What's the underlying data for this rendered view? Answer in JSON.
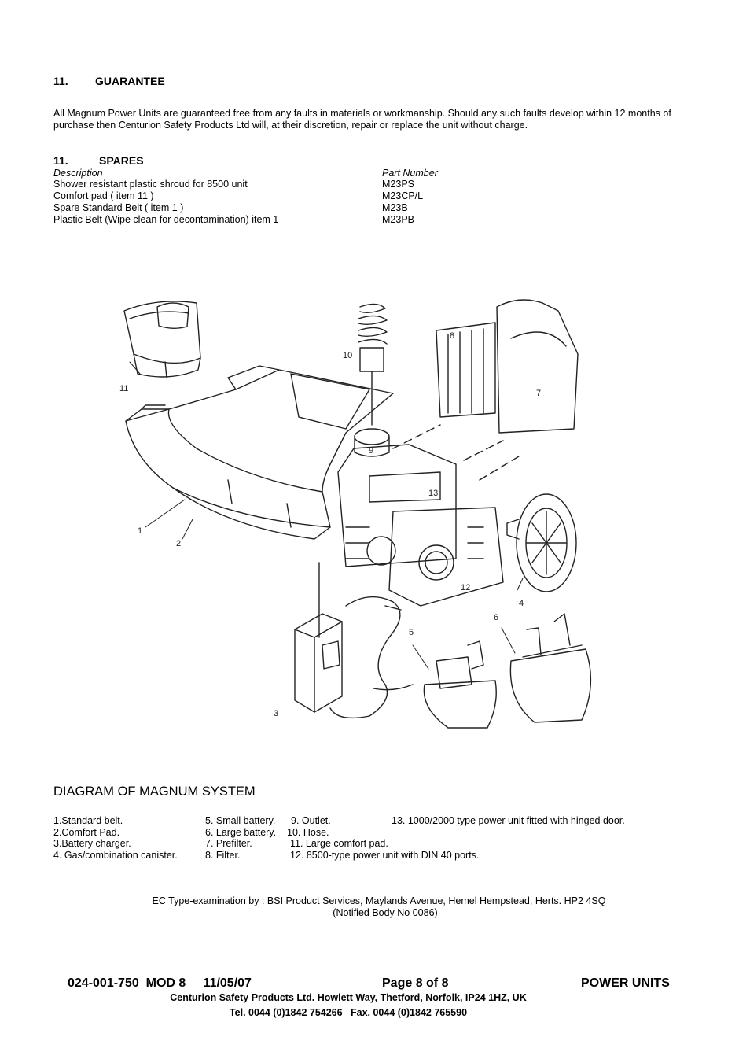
{
  "guarantee": {
    "number": "11.",
    "title": "GUARANTEE",
    "text_line1": "All Magnum Power Units are guaranteed free from any faults in materials or workmanship. Should any such faults develop within 12 months of",
    "text_line2": "purchase then Centurion Safety Products Ltd will, at their discretion, repair or replace the unit without charge."
  },
  "spares": {
    "number": "11.",
    "title": "SPARES",
    "col_description": "Description",
    "col_part": "Part Number",
    "rows": [
      {
        "description": "Shower resistant plastic shroud for 8500 unit",
        "part": "M23PS"
      },
      {
        "description": "Comfort pad  ( item 11 )",
        "part": "M23CP/L"
      },
      {
        "description": "Spare Standard Belt  ( item 1 )",
        "part": "M23B"
      },
      {
        "description": "Plastic Belt (Wipe clean for decontamination) item 1",
        "part": "M23PB"
      }
    ]
  },
  "diagram": {
    "callouts": [
      "1",
      "2",
      "3",
      "4",
      "5",
      "6",
      "7",
      "8",
      "9",
      "10",
      "11",
      "12",
      "13"
    ],
    "title": "DIAGRAM OF MAGNUM SYSTEM"
  },
  "legend": {
    "col1": [
      "1.Standard belt.",
      "2.Comfort Pad.",
      "3.Battery charger.",
      "4. Gas/combination canister."
    ],
    "col2": [
      "5. Small battery.",
      "6. Large battery.",
      "7. Prefilter.",
      "8. Filter."
    ],
    "col3": [
      "9. Outlet.",
      "10. Hose.",
      "11. Large comfort pad.",
      "12. 8500-type power unit with DIN 40 ports."
    ],
    "col4": [
      "13. 1000/2000 type power unit fitted with hinged door."
    ]
  },
  "certification": {
    "line1": "EC Type-examination by : BSI Product Services, Maylands Avenue, Hemel Hempstead, Herts. HP2 4SQ",
    "line2": "(Notified Body No 0086)"
  },
  "footer": {
    "doc_ref": "024-001-750  MOD 8     11/05/07",
    "page": "Page 8 of 8",
    "section": "POWER UNITS",
    "address": "Centurion Safety Products Ltd. Howlett Way, Thetford, Norfolk, IP24 1HZ, UK",
    "contact": "Tel. 0044 (0)1842 754266   Fax. 0044 (0)1842 765590"
  }
}
